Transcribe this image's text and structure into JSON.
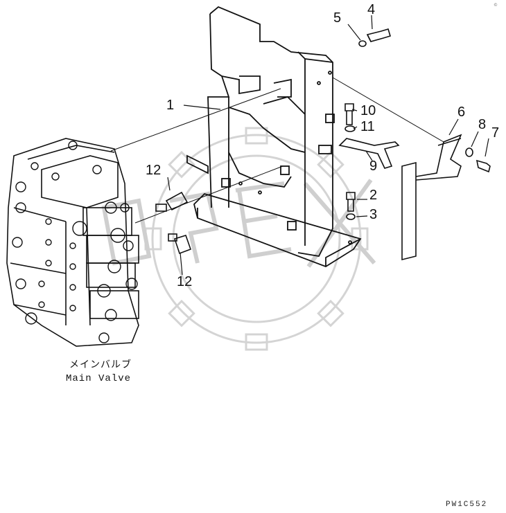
{
  "callouts": {
    "c1": "1",
    "c2": "2",
    "c3": "3",
    "c4": "4",
    "c5": "5",
    "c6": "6",
    "c7": "7",
    "c8": "8",
    "c9": "9",
    "c10": "10",
    "c11": "11",
    "c12a": "12",
    "c12b": "12"
  },
  "caption": {
    "japanese": "メインバルブ",
    "english": "Main Valve"
  },
  "drawing_code": "PW1C552",
  "corner_mark": "©"
}
